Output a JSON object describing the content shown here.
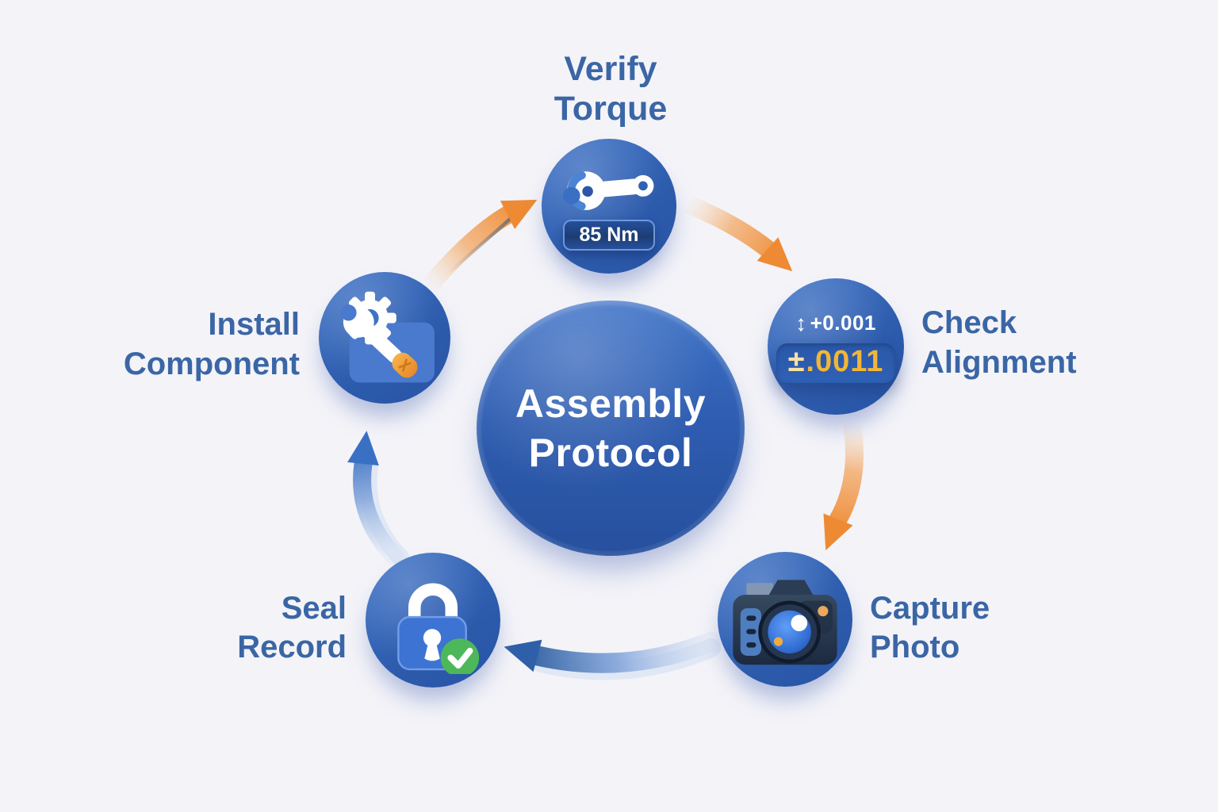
{
  "center": {
    "label": "Assembly Protocol",
    "line1": "Assembly",
    "line2": "Protocol"
  },
  "steps": [
    {
      "name": "verify-torque",
      "label": "Verify Torque",
      "line1": "Verify",
      "line2": "Torque",
      "icon": "torque-wrench-icon",
      "badge": "85 Nm"
    },
    {
      "name": "check-alignment",
      "label": "Check Alignment",
      "line1": "Check",
      "line2": "Alignment",
      "icon": "updown-arrow-icon",
      "arrow_glyph": "↕",
      "reading": "+0.001",
      "tolerance_sign": "±",
      "tolerance_value": ".0011"
    },
    {
      "name": "capture-photo",
      "label": "Capture Photo",
      "line1": "Capture",
      "line2": "Photo",
      "icon": "camera-icon"
    },
    {
      "name": "seal-record",
      "label": "Seal Record",
      "line1": "Seal",
      "line2": "Record",
      "icon": "lock-check-icon"
    },
    {
      "name": "install-component",
      "label": "Install Component",
      "line1": "Install",
      "line2": "Component",
      "icon": "gear-wrench-icon"
    }
  ],
  "colors": {
    "background": "#f3f3f8",
    "node-blue": "#2e5fb3",
    "node-blue-light": "#3e73c8",
    "center-blue-dark": "#27509e",
    "label-text": "#3a66a6",
    "arrow-orange": "#ee8c36",
    "arrow-blue": "#3567b0",
    "badge-navy": "#1d3c74",
    "tolerance-gold": "#f2b636",
    "check-green": "#4db85a"
  }
}
